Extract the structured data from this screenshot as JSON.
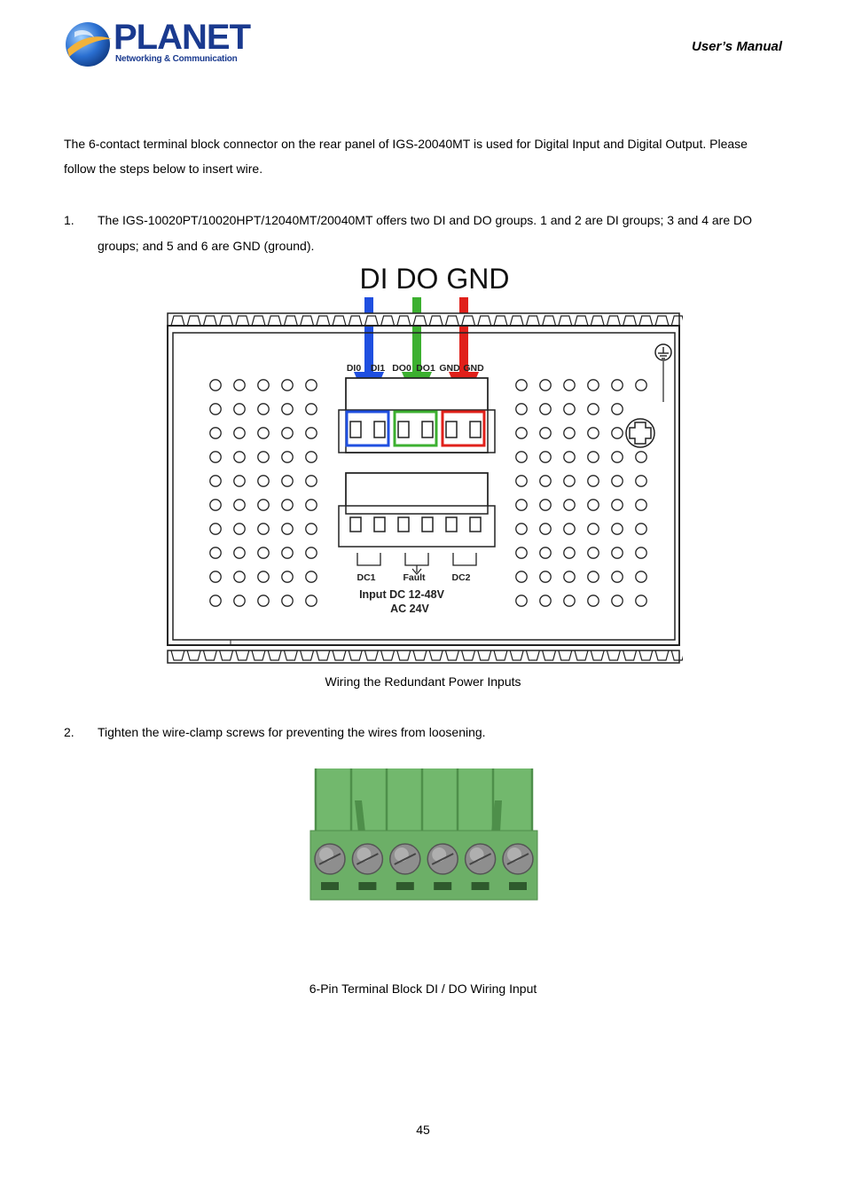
{
  "header": {
    "logo_word": "PLANET",
    "logo_tagline": "Networking & Communication",
    "manual_label": "User’s  Manual"
  },
  "intro": {
    "line1": "The 6-contact terminal block connector on the rear panel of IGS-20040MT is used for Digital Input and Digital Output. Please",
    "line2": "follow the steps below to insert wire."
  },
  "steps": [
    {
      "number": "1.",
      "line1": "The IGS-10020PT/10020HPT/12040MT/20040MT offers two DI and DO groups. 1 and 2 are DI groups; 3 and 4 are DO",
      "line2": "groups; and 5 and 6 are GND (ground)."
    },
    {
      "number": "2.",
      "line1": "Tighten the wire-clamp screws for preventing the wires from loosening."
    }
  ],
  "figure1": {
    "heading": "DI DO GND",
    "pin_labels": [
      "DI0",
      "DI1",
      "DO0",
      "DO1",
      "GND",
      "GND"
    ],
    "power_labels": [
      "DC1",
      "Fault",
      "DC2"
    ],
    "input_line1": "Input DC 12-48V",
    "input_line2": "AC 24V",
    "caption": "Wiring the Redundant Power Inputs",
    "colors": {
      "di": "#1f4fe0",
      "do": "#3cb030",
      "gnd": "#e0201a"
    }
  },
  "figure2": {
    "caption": "6-Pin Terminal Block DI / DO Wiring Input",
    "colors": {
      "body": "#6fb56a",
      "dark": "#4e8f4a"
    }
  },
  "page_number": "45"
}
